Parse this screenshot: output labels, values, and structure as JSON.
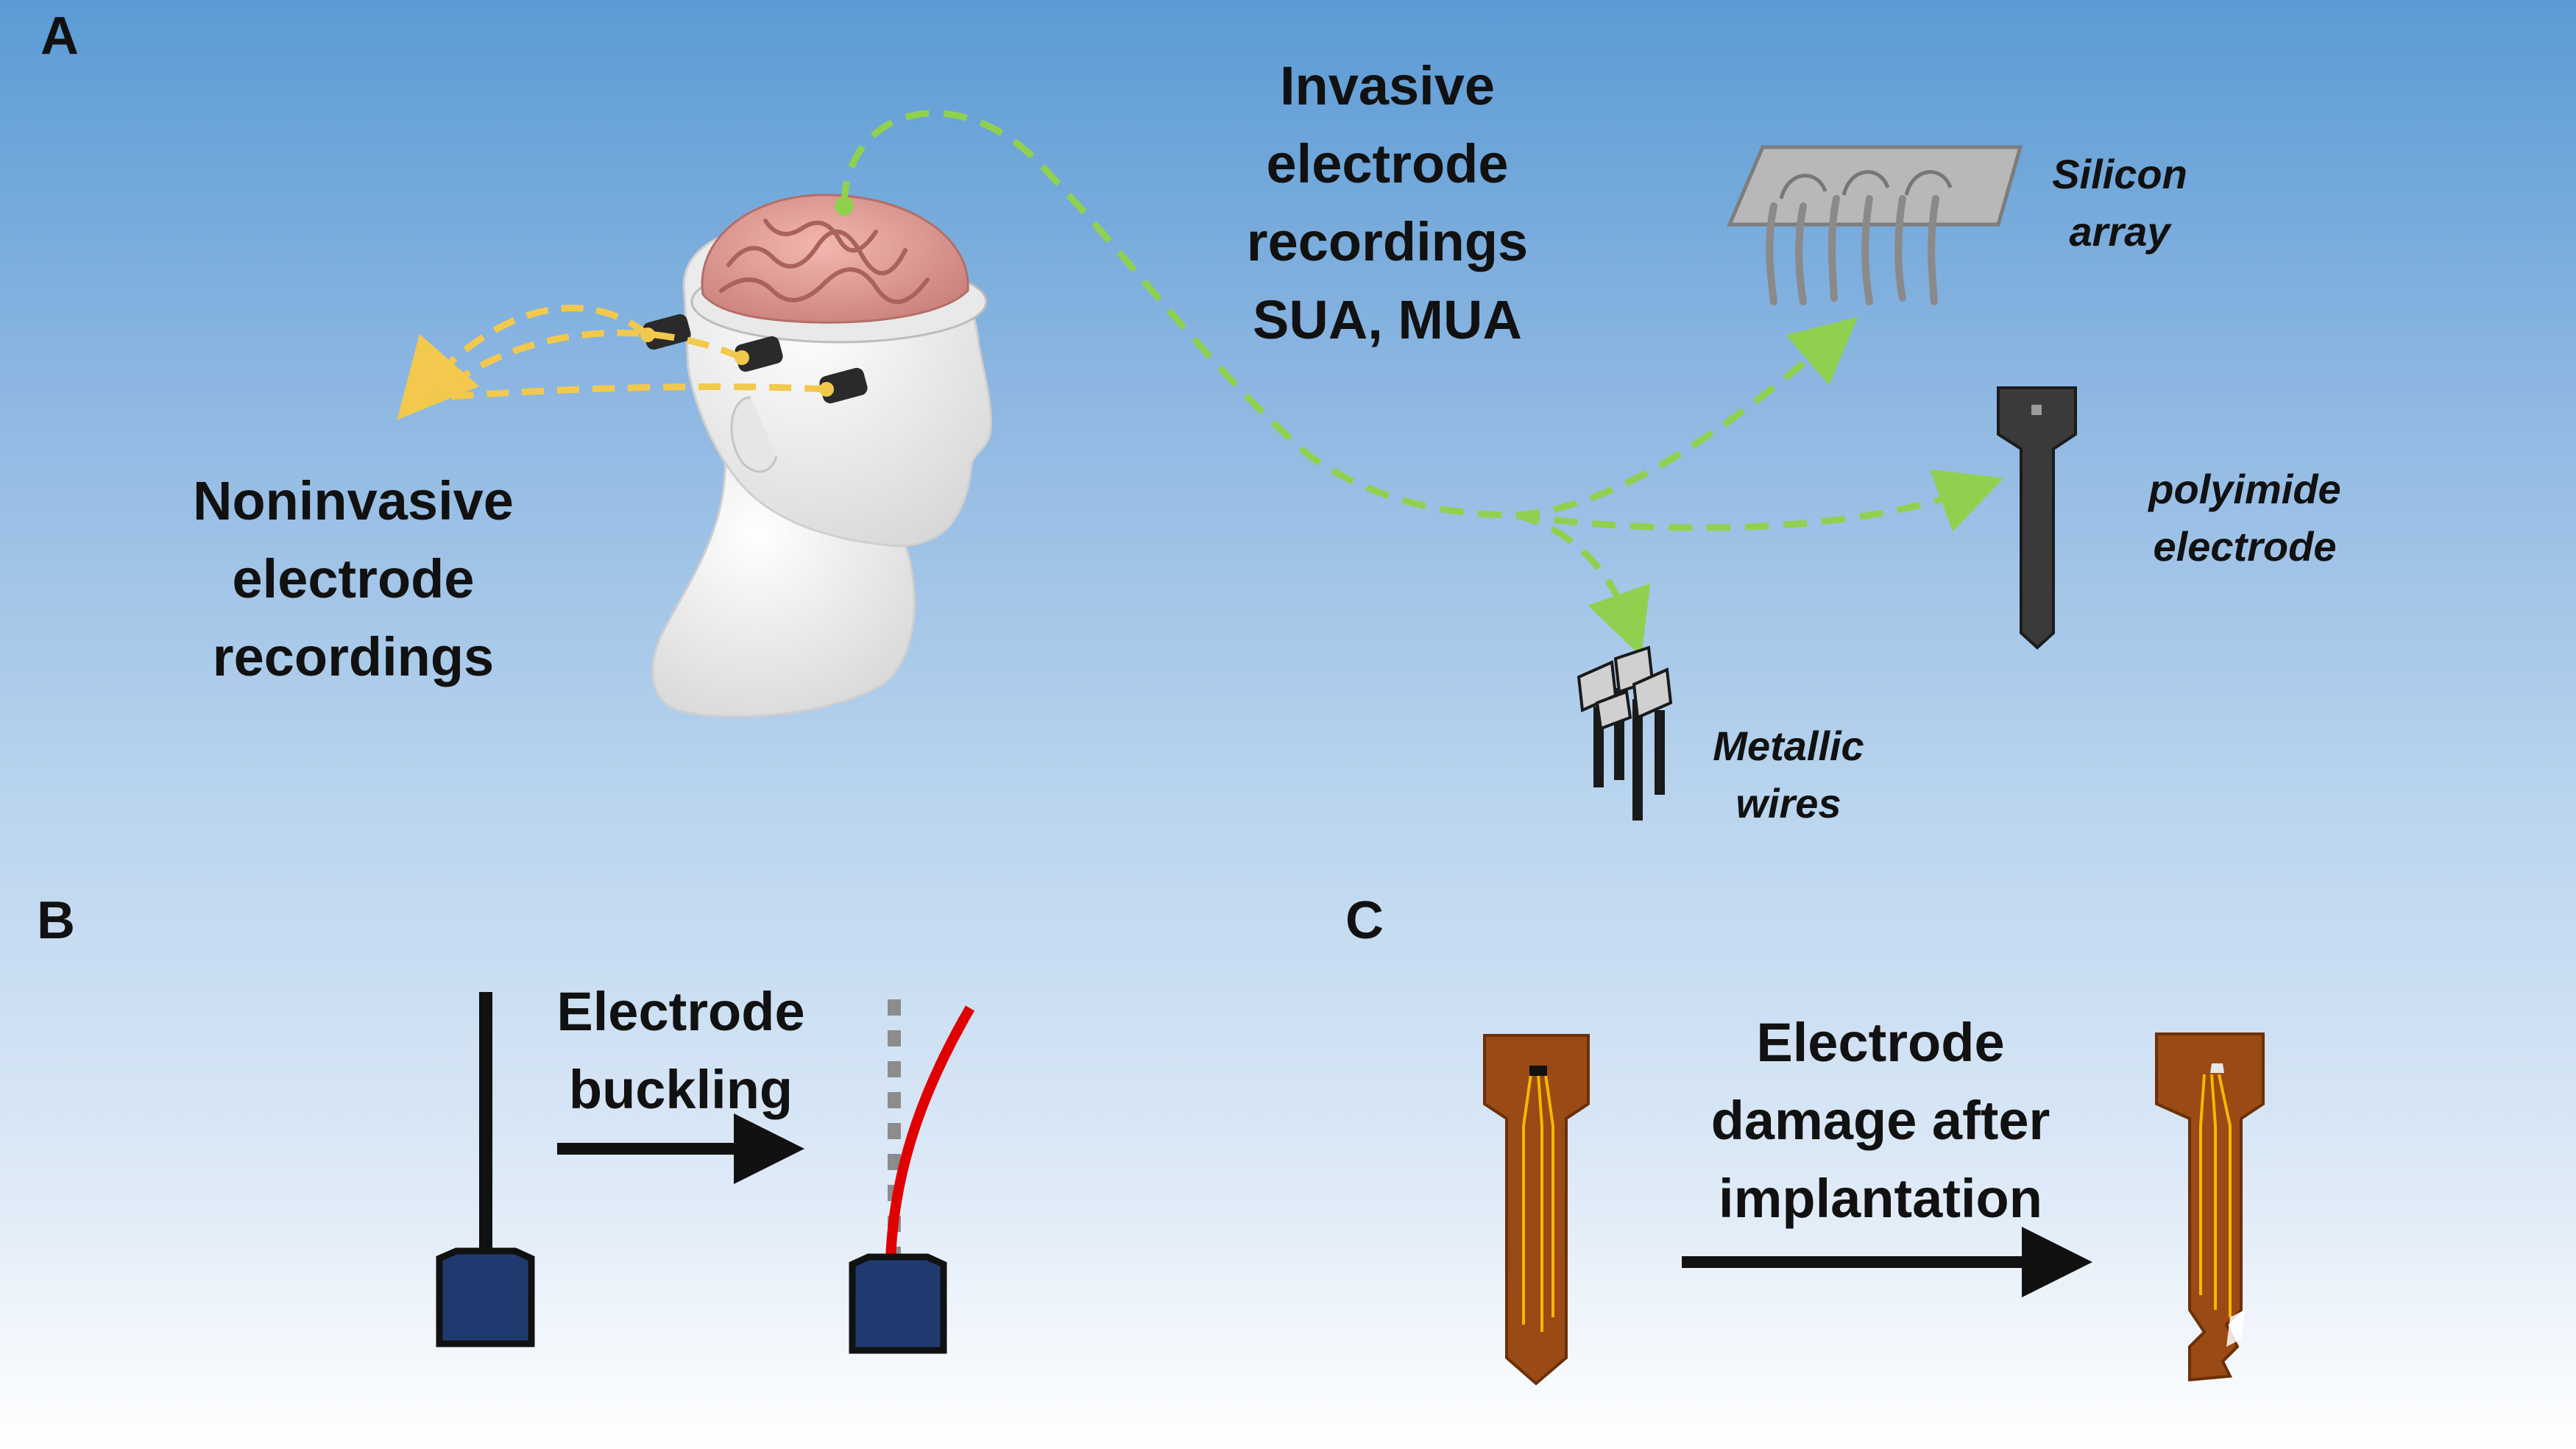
{
  "panels": {
    "a": "A",
    "b": "B",
    "c": "C"
  },
  "panel_a": {
    "noninvasive": [
      "Noninvasive",
      "electrode",
      "recordings"
    ],
    "invasive": [
      "Invasive",
      "electrode",
      "recordings",
      "SUA, MUA"
    ],
    "silicon": [
      "Silicon",
      "array"
    ],
    "polyimide": [
      "polyimide",
      "electrode"
    ],
    "metallic": [
      "Metallic",
      "wires"
    ]
  },
  "panel_b": {
    "label": [
      "Electrode",
      "buckling"
    ]
  },
  "panel_c": {
    "label": [
      "Electrode",
      "damage after",
      "implantation"
    ]
  },
  "colors": {
    "noninvasive_arrow": "#f2c94c",
    "invasive_arrow": "#8fd14f",
    "buckled_electrode": "#e00000",
    "base_block": "#1f3a6e",
    "polyimide_probe": "#9a4a14",
    "probe_traces": "#f5b800"
  },
  "icons": {
    "head": "head-with-exposed-brain-icon",
    "silicon": "silicon-array-icon",
    "polyimide": "polyimide-probe-icon",
    "metallic": "metallic-wires-icon"
  }
}
